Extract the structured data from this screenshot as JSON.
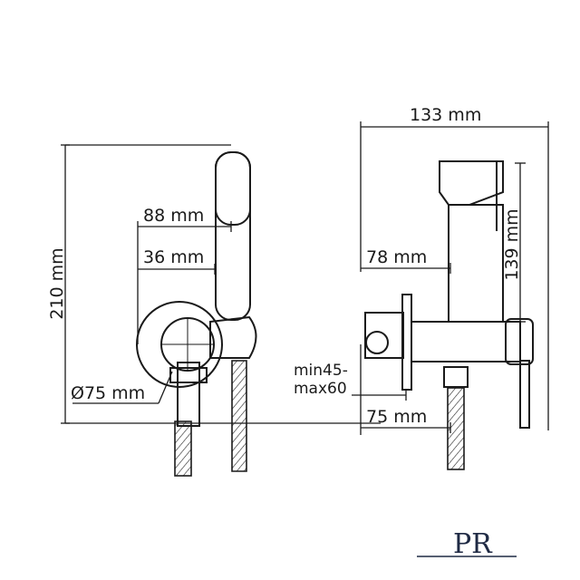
{
  "front_view": {
    "height_label": "210 mm",
    "handle_offset_label": "88 mm",
    "inlet_offset_label": "36 mm",
    "plate_diameter_label": "Ø75 mm"
  },
  "side_view": {
    "total_width_label": "133 mm",
    "height_label": "139 mm",
    "body_offset_label": "78 mm",
    "wall_depth_label_line1": "min45-",
    "wall_depth_label_line2": "max60",
    "base_offset_label": "75 mm"
  },
  "brand_logo": {
    "text": "PR",
    "color": "#1f2a44"
  }
}
